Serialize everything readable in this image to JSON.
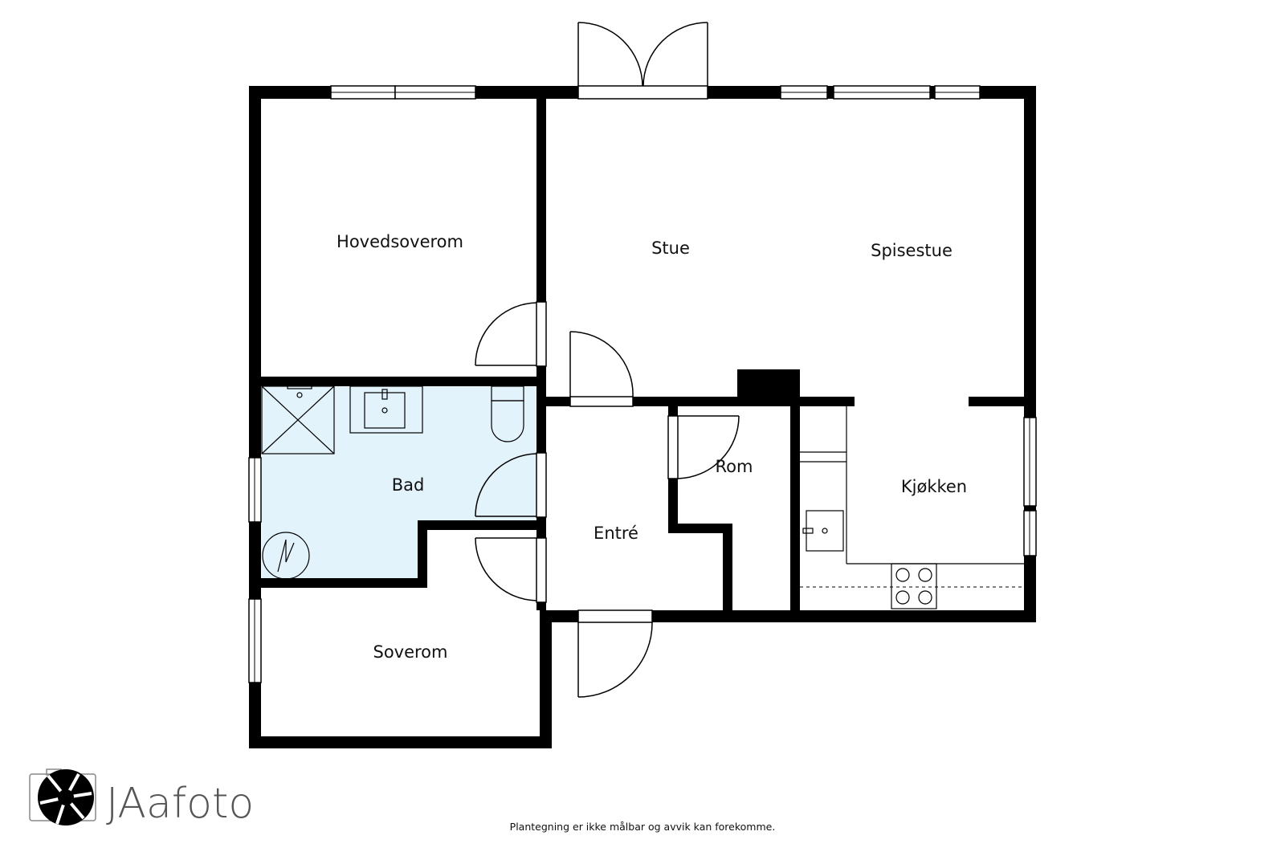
{
  "rooms": {
    "hovedsoverom": "Hovedsoverom",
    "stue": "Stue",
    "spisestue": "Spisestue",
    "bad": "Bad",
    "rom": "Rom",
    "kjokken": "Kjøkken",
    "entre": "Entré",
    "soverom": "Soverom"
  },
  "logo": {
    "text": "JAafoto"
  },
  "disclaimer": "Plantegning er ikke målbar og avvik kan forekomme.",
  "colors": {
    "wall": "#000000",
    "bathroom_fill": "#e3f3fc",
    "background": "#ffffff"
  }
}
